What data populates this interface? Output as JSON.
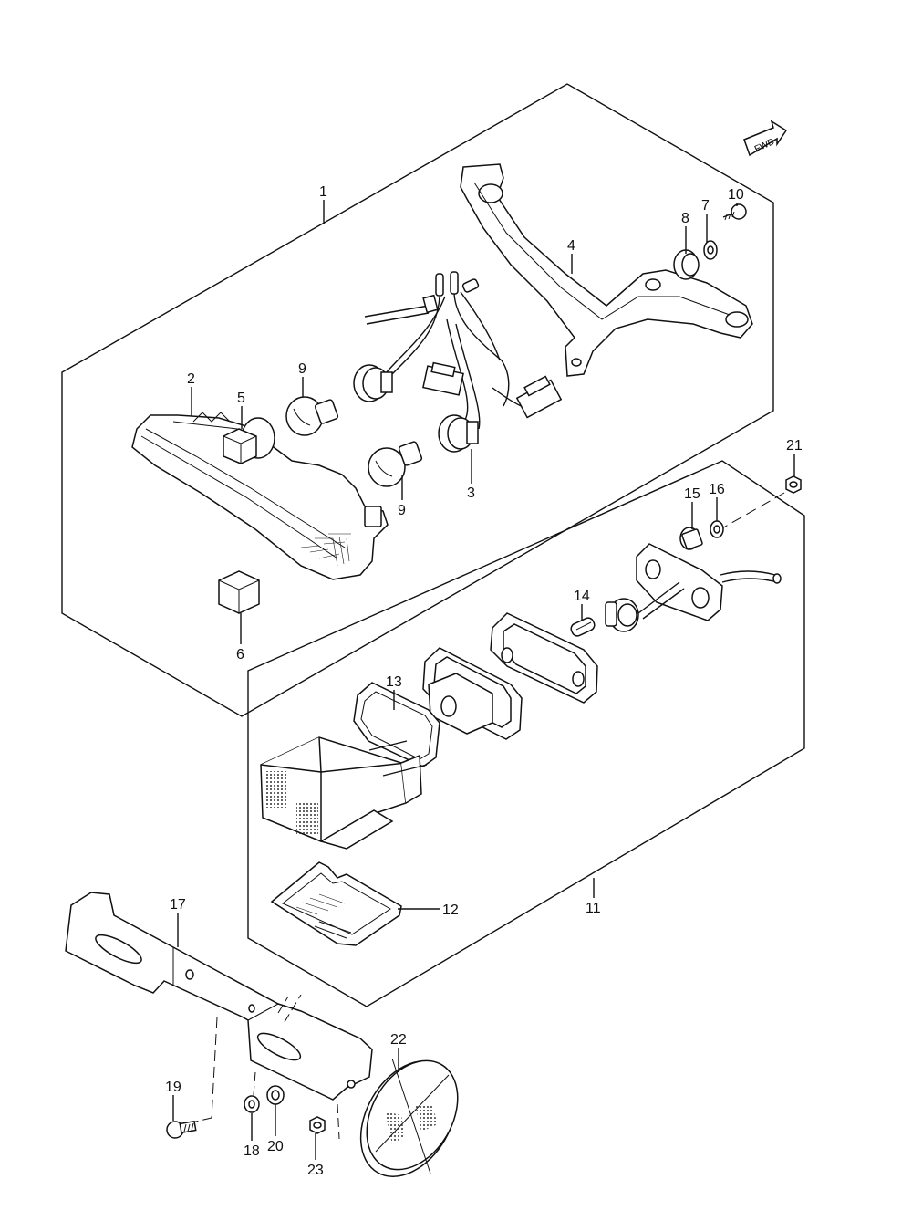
{
  "fwd_label": "FWD",
  "callouts": [
    "1",
    "2",
    "3",
    "4",
    "5",
    "6",
    "7",
    "8",
    "9",
    "9",
    "10",
    "11",
    "12",
    "13",
    "14",
    "15",
    "16",
    "17",
    "18",
    "19",
    "20",
    "21",
    "22",
    "23"
  ]
}
